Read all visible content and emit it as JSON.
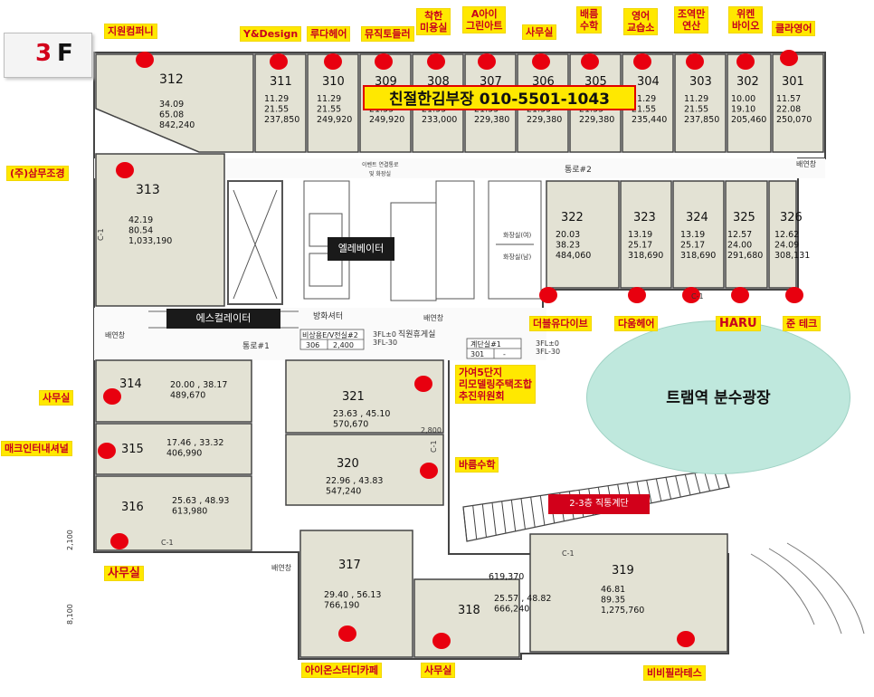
{
  "floor": {
    "number": "3",
    "suffix": "F"
  },
  "contact": "친절한김부장 010-5501-1043",
  "facilities": {
    "elevator": "엘레베이터",
    "escalator": "에스컬레이터",
    "stair_link": "2-3층 직통계단",
    "plaza": "트램역 분수광장"
  },
  "plan_text": {
    "corridor_2": "통로#2",
    "corridor_1": "통로#1",
    "exit_1": "배연창",
    "exit_2": "배연창",
    "exit_3": "배연창",
    "exit_4": "배연창",
    "fire_shutter": "방화셔터",
    "lounge": "직원휴게실",
    "dim_2100": "2,100",
    "dim_8100": "8,100",
    "dim_2800": "2,800",
    "c1_a": "C-1",
    "c1_b": "C-1",
    "c1_c": "C-1",
    "c1_d": "C-1",
    "c1_e": "C-1",
    "elev_table": {
      "head": "비상용E/V전실#2",
      "c1": "306",
      "c2": "2,400"
    },
    "stair_table": {
      "head": "계단실#1",
      "c1": "301",
      "c2": "-"
    },
    "level_a1": "3FL±0",
    "level_a2": "3FL-30",
    "level_b1": "3FL±0",
    "level_b2": "3FL-30",
    "restroom": "화장실(남)",
    "restroom2": "화장실(여)",
    "eventc": "이벤트 연결통로",
    "eventd": "및 화장실"
  },
  "units": [
    {
      "no": "312",
      "l1": "34.09",
      "l2": "65.08",
      "l3": "842,240"
    },
    {
      "no": "311",
      "l1": "11.29",
      "l2": "21.55",
      "l3": "237,850"
    },
    {
      "no": "310",
      "l1": "11.29",
      "l2": "21.55",
      "l3": "249,920"
    },
    {
      "no": "309",
      "l1": "11.29",
      "l2": "21.55",
      "l3": "249,920"
    },
    {
      "no": "308",
      "l1": "11.29",
      "l2": "21.55",
      "l3": "233,000"
    },
    {
      "no": "307",
      "l1": "11.29",
      "l2": "21.55",
      "l3": "229,380"
    },
    {
      "no": "306",
      "l1": "11.29",
      "l2": "21.55",
      "l3": "229,380"
    },
    {
      "no": "305",
      "l1": "11.29",
      "l2": "21.55",
      "l3": "229,380"
    },
    {
      "no": "304",
      "l1": "11.29",
      "l2": "21.55",
      "l3": "235,440"
    },
    {
      "no": "303",
      "l1": "11.29",
      "l2": "21.55",
      "l3": "237,850"
    },
    {
      "no": "302",
      "l1": "10.00",
      "l2": "19.10",
      "l3": "205,460"
    },
    {
      "no": "301",
      "l1": "11.57",
      "l2": "22.08",
      "l3": "250,070"
    },
    {
      "no": "313",
      "l1": "42.19",
      "l2": "80.54",
      "l3": "1,033,190"
    },
    {
      "no": "322",
      "l1": "20.03",
      "l2": "38.23",
      "l3": "484,060"
    },
    {
      "no": "323",
      "l1": "13.19",
      "l2": "25.17",
      "l3": "318,690"
    },
    {
      "no": "324",
      "l1": "13.19",
      "l2": "25.17",
      "l3": "318,690"
    },
    {
      "no": "325",
      "l1": "12.57",
      "l2": "24.00",
      "l3": "291,680"
    },
    {
      "no": "326",
      "l1": "12.62",
      "l2": "24.09",
      "l3": "308,131"
    },
    {
      "no": "314",
      "l1": "20.00 , 38.17",
      "l2": "489,670"
    },
    {
      "no": "315",
      "l1": "17.46 , 33.32",
      "l2": "406,990"
    },
    {
      "no": "316",
      "l1": "25.63 , 48.93",
      "l2": "613,980"
    },
    {
      "no": "321",
      "l1": "23.63 , 45.10",
      "l2": "570,670"
    },
    {
      "no": "320",
      "l1": "22.96 , 43.83",
      "l2": "547,240"
    },
    {
      "no": "317",
      "l1": "29.40 , 56.13",
      "l2": "766,190"
    },
    {
      "no": "318",
      "l1": "25.57 , 48.82",
      "l2": "666,240",
      "top": "619,370"
    },
    {
      "no": "319",
      "l1": "46.81",
      "l2": "89.35",
      "l3": "1,275,760"
    }
  ],
  "tenants": {
    "t312": "지원컴퍼니",
    "t311": "Y&Design",
    "t310": "루다헤어",
    "t309": "뮤직토들러",
    "t308_1": "착한",
    "t308_2": "미용실",
    "t307_1": "A아이",
    "t307_2": "그린아트",
    "t306": "사무실",
    "t305_1": "배름",
    "t305_2": "수학",
    "t304_1": "영어",
    "t304_2": "교습소",
    "t303_1": "조역만",
    "t303_2": "연산",
    "t302_1": "위켄",
    "t302_2": "바이오",
    "t301": "클라영어",
    "t313": "(주)삼무조경",
    "t322": "더블유다이브",
    "t323": "다움헤어",
    "t325": "HARU",
    "t326": "준 테크",
    "t321_1": "가여5단지",
    "t321_2": "리모델링주택조합",
    "t321_3": "추진위원회",
    "t320": "바름수학",
    "t314": "사무실",
    "t315": "매크인터내셔널",
    "t316": "사무실",
    "t317": "아이온스터디카페",
    "t318": "사무실",
    "t319": "비비필라테스"
  },
  "colors": {
    "unit_fill": "#e3e2d4",
    "tenant_bg": "#ffe800",
    "tenant_text": "#c8001e",
    "marker": "#e8000f",
    "plaza": "#bfe8dd"
  }
}
